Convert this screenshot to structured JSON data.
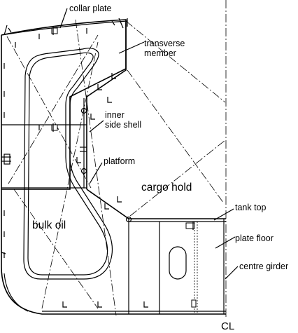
{
  "labels": {
    "collar_plate": "collar plate",
    "transverse_member_line1": "transverse",
    "transverse_member_line2": "member",
    "inner_side_shell_line1": "inner",
    "inner_side_shell_line2": "side shell",
    "platform": "platform",
    "cargo_hold": "cargo hold",
    "tank_top": "tank top",
    "plate_floor": "plate floor",
    "bulk_oil": "bulk oil",
    "centre_girder": "centre girder",
    "centreline_symbol": "CL"
  },
  "colors": {
    "line": "#000000",
    "background": "#ffffff"
  }
}
